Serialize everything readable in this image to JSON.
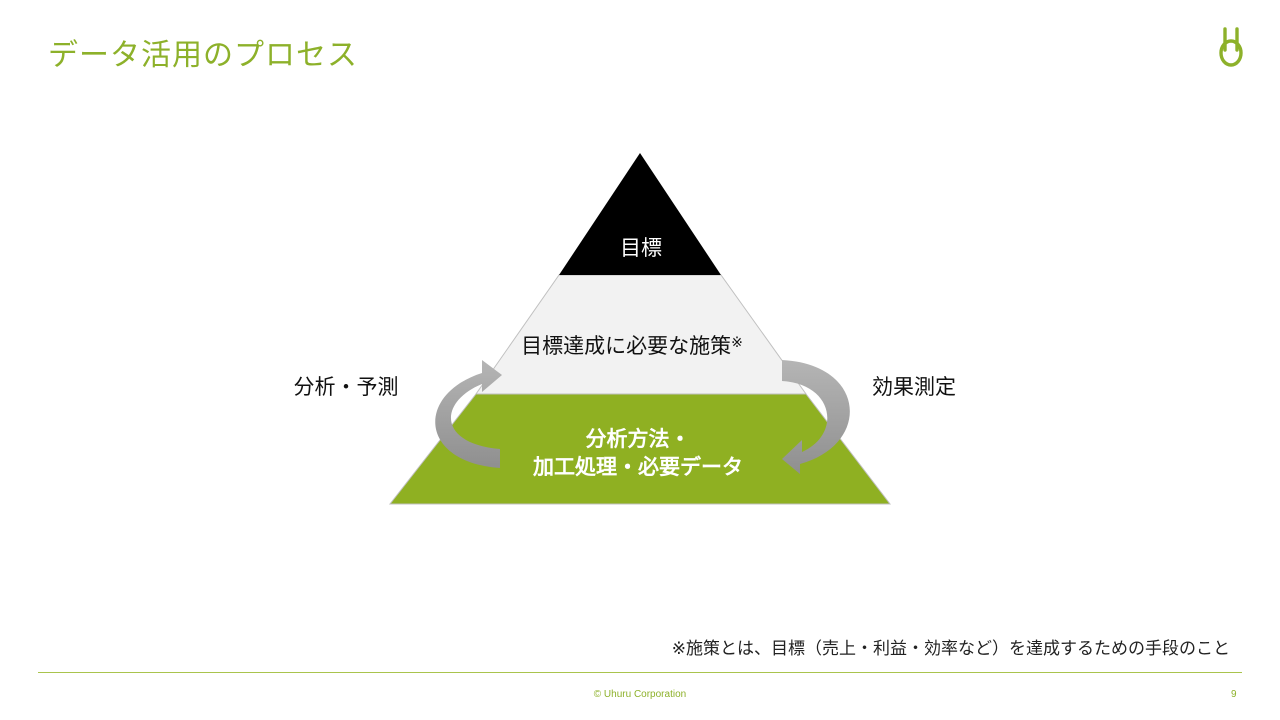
{
  "slide": {
    "title": "データ活用のプロセス",
    "logo_icon": "uhuru-logo-icon"
  },
  "pyramid": {
    "top": "目標",
    "middle": "目標達成に必要な施策",
    "middle_mark": "※",
    "bottom_line1": "分析方法・",
    "bottom_line2": "加工処理・必要データ"
  },
  "cycle": {
    "left_label": "分析・予測",
    "right_label": "効果測定"
  },
  "footnote": "※施策とは、目標（売上・利益・効率など）を達成するための手段のこと",
  "footer": {
    "copyright": "© Uhuru Corporation",
    "page_number": "9"
  },
  "colors": {
    "brand_green": "#8db12a",
    "pyramid_top": "#000000",
    "pyramid_middle": "#f2f2f2",
    "pyramid_bottom": "#8fb022",
    "arrow": "#a6a6a6"
  }
}
